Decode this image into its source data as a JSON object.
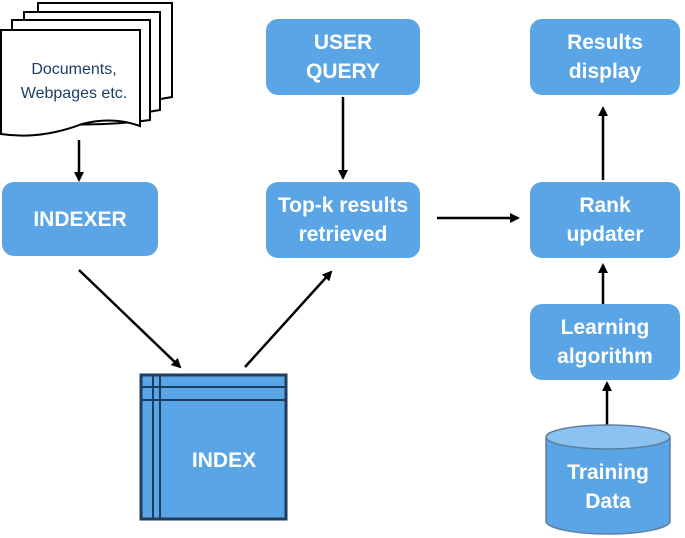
{
  "colors": {
    "box_fill": "#5aa5e6",
    "box_text": "#ffffff",
    "index_fill": "#5aa5e6",
    "index_border": "#1f3d5c",
    "document_text": "#1c3f66",
    "arrow": "#000000"
  },
  "nodes": {
    "documents": "Documents,\nWebpages etc.",
    "user_query": "USER\nQUERY",
    "results_display": "Results\ndisplay",
    "indexer": "INDEXER",
    "top_k": "Top-k results\nretrieved",
    "rank_updater": "Rank\nupdater",
    "learning_algorithm": "Learning\nalgorithm",
    "index": "INDEX",
    "training_data": "Training\nData"
  }
}
